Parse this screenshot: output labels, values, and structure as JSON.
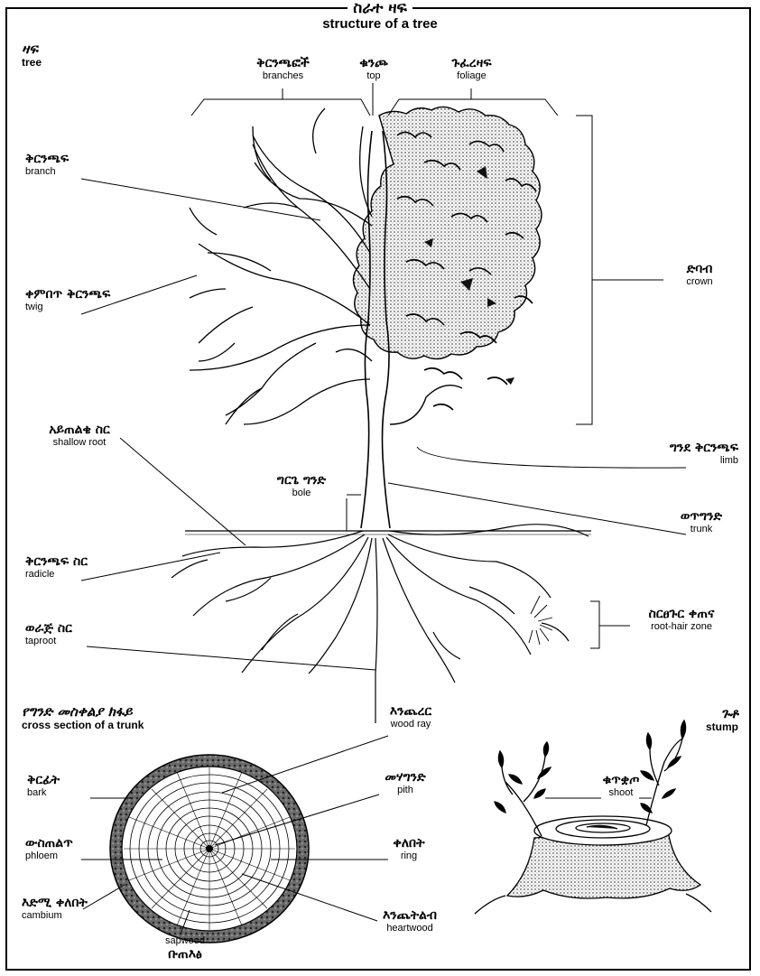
{
  "title": {
    "amharic": "ስራተ ዛፍ",
    "english": "structure of a tree"
  },
  "sections": {
    "tree": {
      "amharic": "ዛፍ",
      "english": "tree"
    },
    "cross_section": {
      "amharic": "የግንድ መስቀልያ ክፋይ",
      "english": "cross section of a trunk"
    },
    "stump": {
      "amharic": "ጉቶ",
      "english": "stump"
    }
  },
  "tree_labels": {
    "branches": {
      "amharic": "ቅርንጫፎች",
      "english": "branches"
    },
    "top": {
      "amharic": "ቁንጮ",
      "english": "top"
    },
    "foliage": {
      "amharic": "ጉፈረዛፍ",
      "english": "foliage"
    },
    "branch": {
      "amharic": "ቅርንጫፍ",
      "english": "branch"
    },
    "crown": {
      "amharic": "ድባብ",
      "english": "crown"
    },
    "twig": {
      "amharic": "ቀምበጥ ቅርንጫፍ",
      "english": "twig"
    },
    "shallow_root": {
      "amharic": "አይጠልቄ ስር",
      "english": "shallow root"
    },
    "limb": {
      "amharic": "ግንደ ቅርንጫፍ",
      "english": "limb"
    },
    "bole": {
      "amharic": "ግርጌ ግንድ",
      "english": "bole"
    },
    "trunk": {
      "amharic": "ወጥግንድ",
      "english": "trunk"
    },
    "radicle": {
      "amharic": "ቅርንጫፍ ስር",
      "english": "radicle"
    },
    "root_hair_zone": {
      "amharic": "ስርፀጉር ቀጠና",
      "english": "root-hair zone"
    },
    "taproot": {
      "amharic": "ወራጅ ስር",
      "english": "taproot"
    }
  },
  "cross_section_labels": {
    "wood_ray": {
      "amharic": "እንጨረር",
      "english": "wood ray"
    },
    "bark": {
      "amharic": "ቅርፊት",
      "english": "bark"
    },
    "pith": {
      "amharic": "መሃግንድ",
      "english": "pith"
    },
    "phloem": {
      "amharic": "ውስጠልጥ",
      "english": "phloem"
    },
    "ring": {
      "amharic": "ቀለበት",
      "english": "ring"
    },
    "cambium": {
      "amharic": "እድሚ ቀለበት",
      "english": "cambium"
    },
    "heartwood": {
      "amharic": "እንጨትልብ",
      "english": "heartwood"
    },
    "sapwood": {
      "amharic": "ቡጠእፅ",
      "english": "sapwood"
    }
  },
  "stump_labels": {
    "shoot": {
      "amharic": "ቁጥቋጦ",
      "english": "shoot"
    }
  }
}
